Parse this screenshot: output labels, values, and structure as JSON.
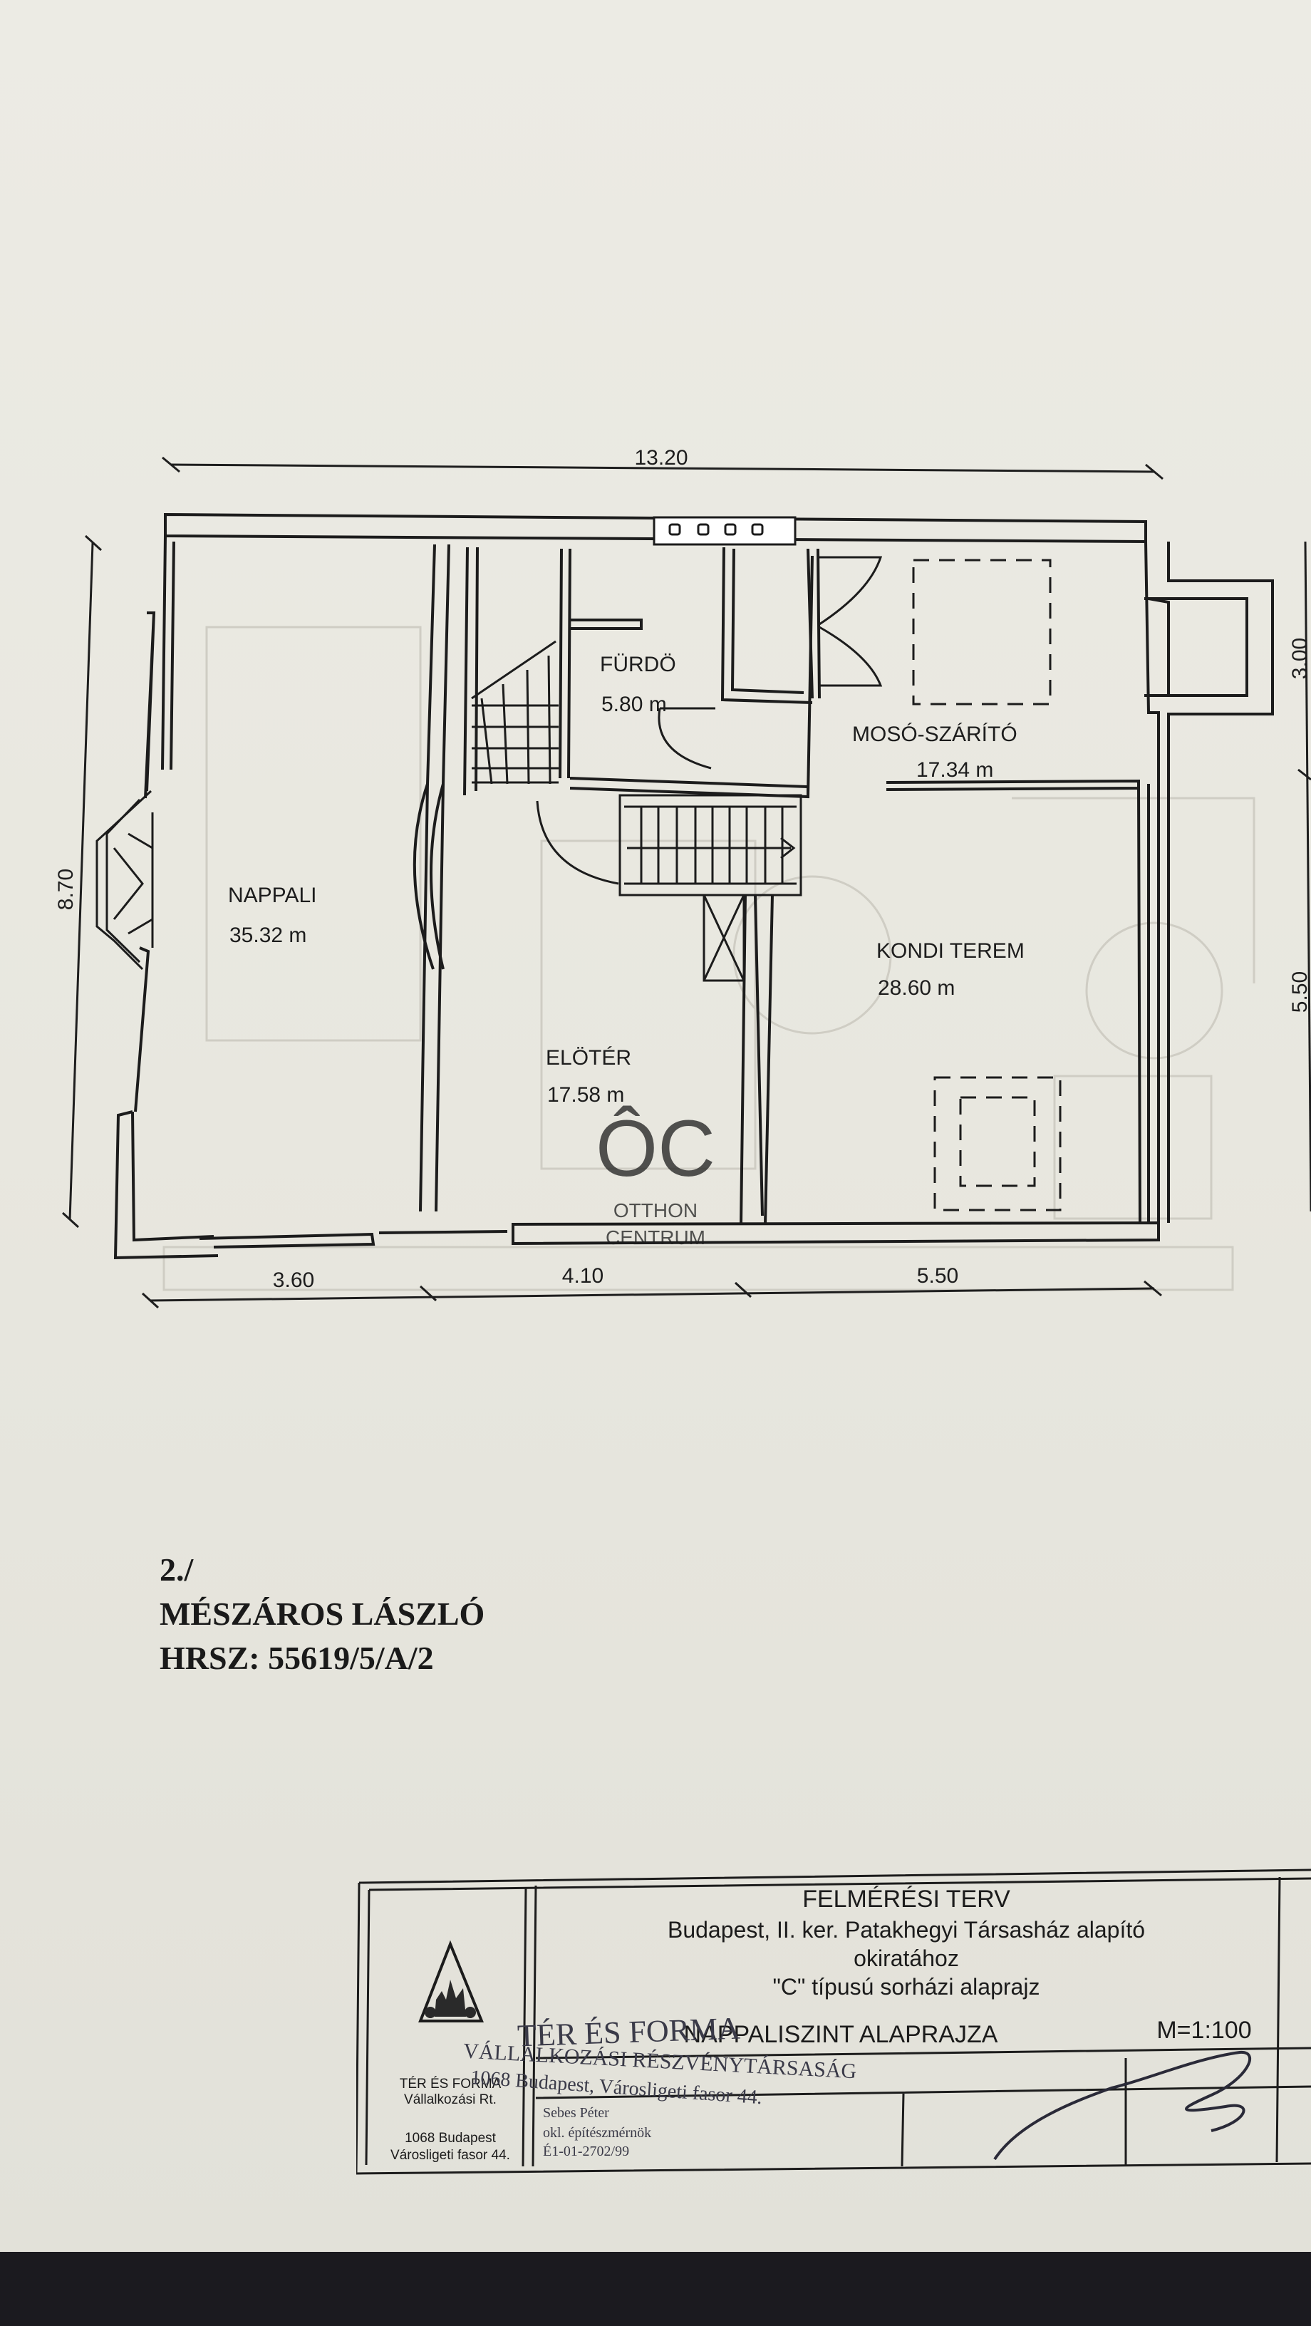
{
  "plan": {
    "dimensions": {
      "total_width": "13.20",
      "total_height": "8.70",
      "right_top": "3.00",
      "right_bottom": "5.50",
      "bottom_left": "3.60",
      "bottom_mid": "4.10",
      "bottom_right": "5.50"
    },
    "rooms": [
      {
        "name": "NAPPALI",
        "area": "35.32 m"
      },
      {
        "name": "FÜRDÖ",
        "area": "5.80 m"
      },
      {
        "name": "MOSÓ-SZÁRÍTÓ",
        "area": "17.34 m"
      },
      {
        "name": "KONDI TEREM",
        "area": "28.60 m"
      },
      {
        "name": "ELÖTÉR",
        "area": "17.58 m"
      }
    ],
    "watermark": {
      "logo": "ÔC",
      "line1": "OTTHON",
      "line2": "CENTRUM"
    }
  },
  "owner": {
    "number": "2./",
    "name": "MÉSZÁROS LÁSZLÓ",
    "hrsz": "HRSZ: 55619/5/A/2"
  },
  "title_block": {
    "company_name": "TÉR ÉS FORMA",
    "company_type": "Vállalkozási Rt.",
    "address_line1": "1068 Budapest",
    "address_line2": "Városligeti fasor 44.",
    "heading": "FELMÉRÉSI TERV",
    "line2": "Budapest, II. ker. Patakhegyi Társasház alapító",
    "line3": "okiratához",
    "line4": "\"C\" típusú sorházi alaprajz",
    "drawing_title": "NAPPALISZINT ALAPRAJZA",
    "scale": "M=1:100",
    "stamp_line1": "TÉR ÉS FORMA",
    "stamp_line2": "VÁLLALKOZÁSI RÉSZVÉNYTÁRSASÁG",
    "stamp_line3": "1068 Budapest, Városligeti fasor 44.",
    "stamp_line4": "Sebes Péter",
    "stamp_line5": "okl. építészmérnök",
    "stamp_line6": "É1-01-2702/99"
  }
}
